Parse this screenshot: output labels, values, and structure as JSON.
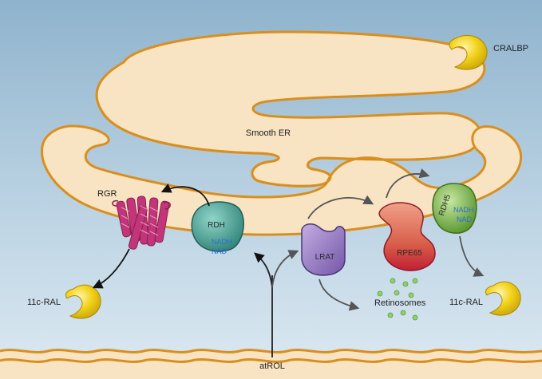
{
  "labels": {
    "cralbp": "CRALBP",
    "smooth_er": "Smooth ER",
    "rgr": "RGR",
    "rdh": "RDH",
    "rdh_nadh": "NADH",
    "rdh_nad": "NAD",
    "lrat": "LRAT",
    "rpe65": "RPE65",
    "rdh5": "RDH5",
    "rdh5_nadh": "NADH",
    "rdh5_nad": "NAD",
    "ral_left": "11c-RAL",
    "ral_right": "11c-RAL",
    "retinosomes": "Retinosomes",
    "atrol": "atROL"
  },
  "colors": {
    "cytoplasm_top": "#8fb3cd",
    "cytoplasm_bottom": "#dce9f2",
    "er_fill": "#f8e4c2",
    "er_border": "#d98f1f",
    "cralbp": "#f2d21a",
    "rgr": "#c2357a",
    "rdh": "#3b9c8f",
    "lrat": "#8a68b8",
    "rpe65": "#d9604a",
    "rdh5": "#6fae3e",
    "retinosome": "#8ed06a",
    "arrow": "#555555"
  }
}
